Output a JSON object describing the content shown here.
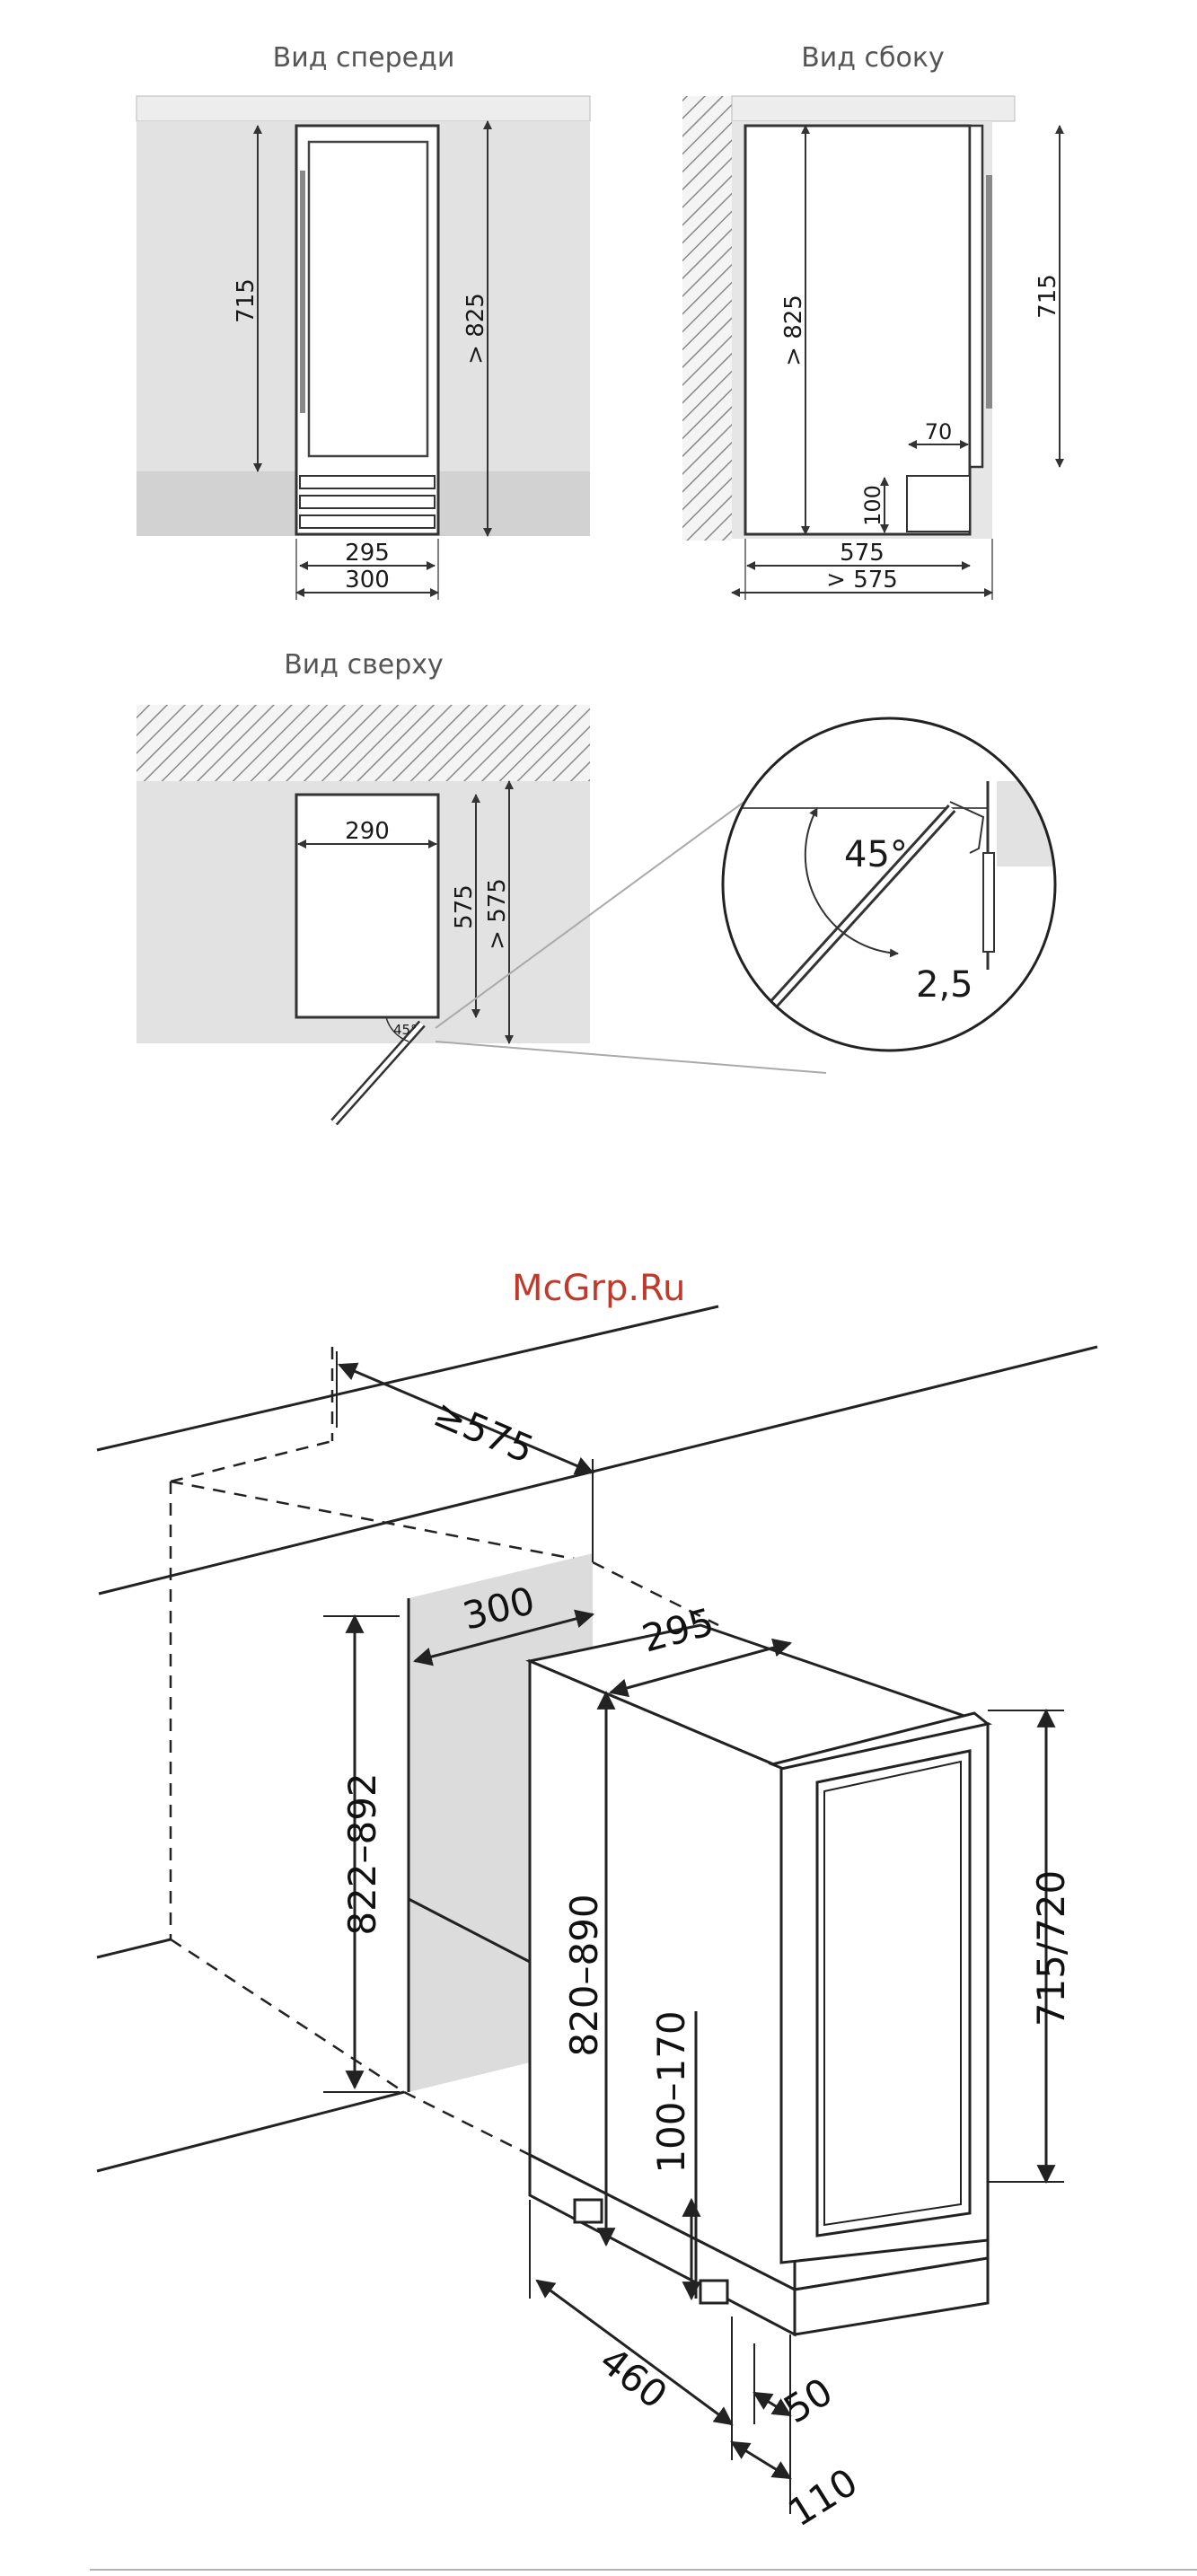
{
  "views": {
    "front": {
      "caption": "Вид спереди",
      "dim_height": "715",
      "dim_niche_height": "> 825",
      "dim_width_inner": "295",
      "dim_width_outer": "300"
    },
    "side": {
      "caption": "Вид сбоку",
      "dim_niche_height": "> 825",
      "dim_height": "715",
      "dim_vent_depth": "70",
      "dim_vent_height": "100",
      "dim_depth": "575",
      "dim_niche_depth": "> 575"
    },
    "top": {
      "caption": "Вид сверху",
      "dim_width": "290",
      "dim_depth": "575",
      "dim_niche_depth": "> 575",
      "angle_small": "45°"
    },
    "detail": {
      "angle": "45°",
      "gap": "2,5"
    }
  },
  "watermark": {
    "text": "McGrp.Ru",
    "color": "#c0392b"
  },
  "isometric": {
    "dim_niche_depth": "≥575",
    "dim_niche_width": "300",
    "dim_unit_width": "295",
    "dim_niche_height": "822–892",
    "dim_unit_height": "820–890",
    "dim_body_height": "715/720",
    "dim_feet": "100–170",
    "dim_depth": "460",
    "dim_door": "50",
    "dim_front": "110"
  },
  "colors": {
    "niche_fill": "#e2e2e2",
    "floor_fill": "#d4d4d4",
    "line": "#222222"
  }
}
